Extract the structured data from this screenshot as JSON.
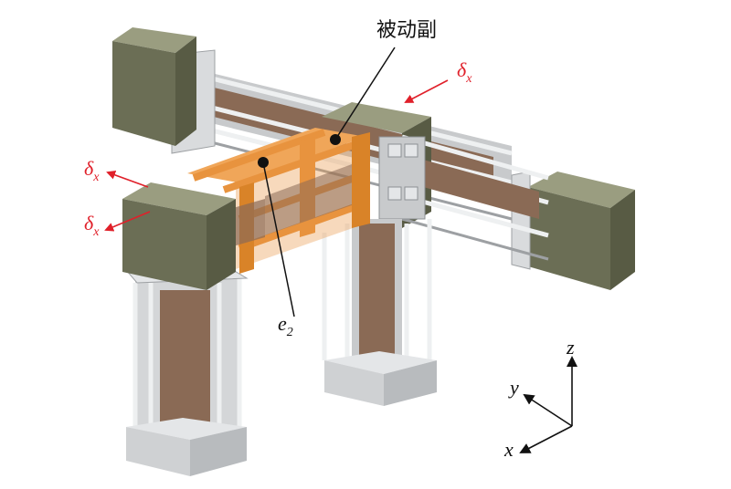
{
  "labels": {
    "passive_pair": "被动副",
    "e_base": "e",
    "e_sub": "2",
    "delta_base": "δ",
    "delta_sub": "x"
  },
  "axes": {
    "x": "x",
    "y": "y",
    "z": "z"
  },
  "colors": {
    "concrete_dark": "#6b6e55",
    "concrete_top": "#9a9d80",
    "steel_light": "#d4d6d8",
    "steel_mid": "#aeb1b4",
    "core_brown": "#8a6a55",
    "orange_frame": "#e8933e",
    "arrow_red": "#e0202a"
  }
}
